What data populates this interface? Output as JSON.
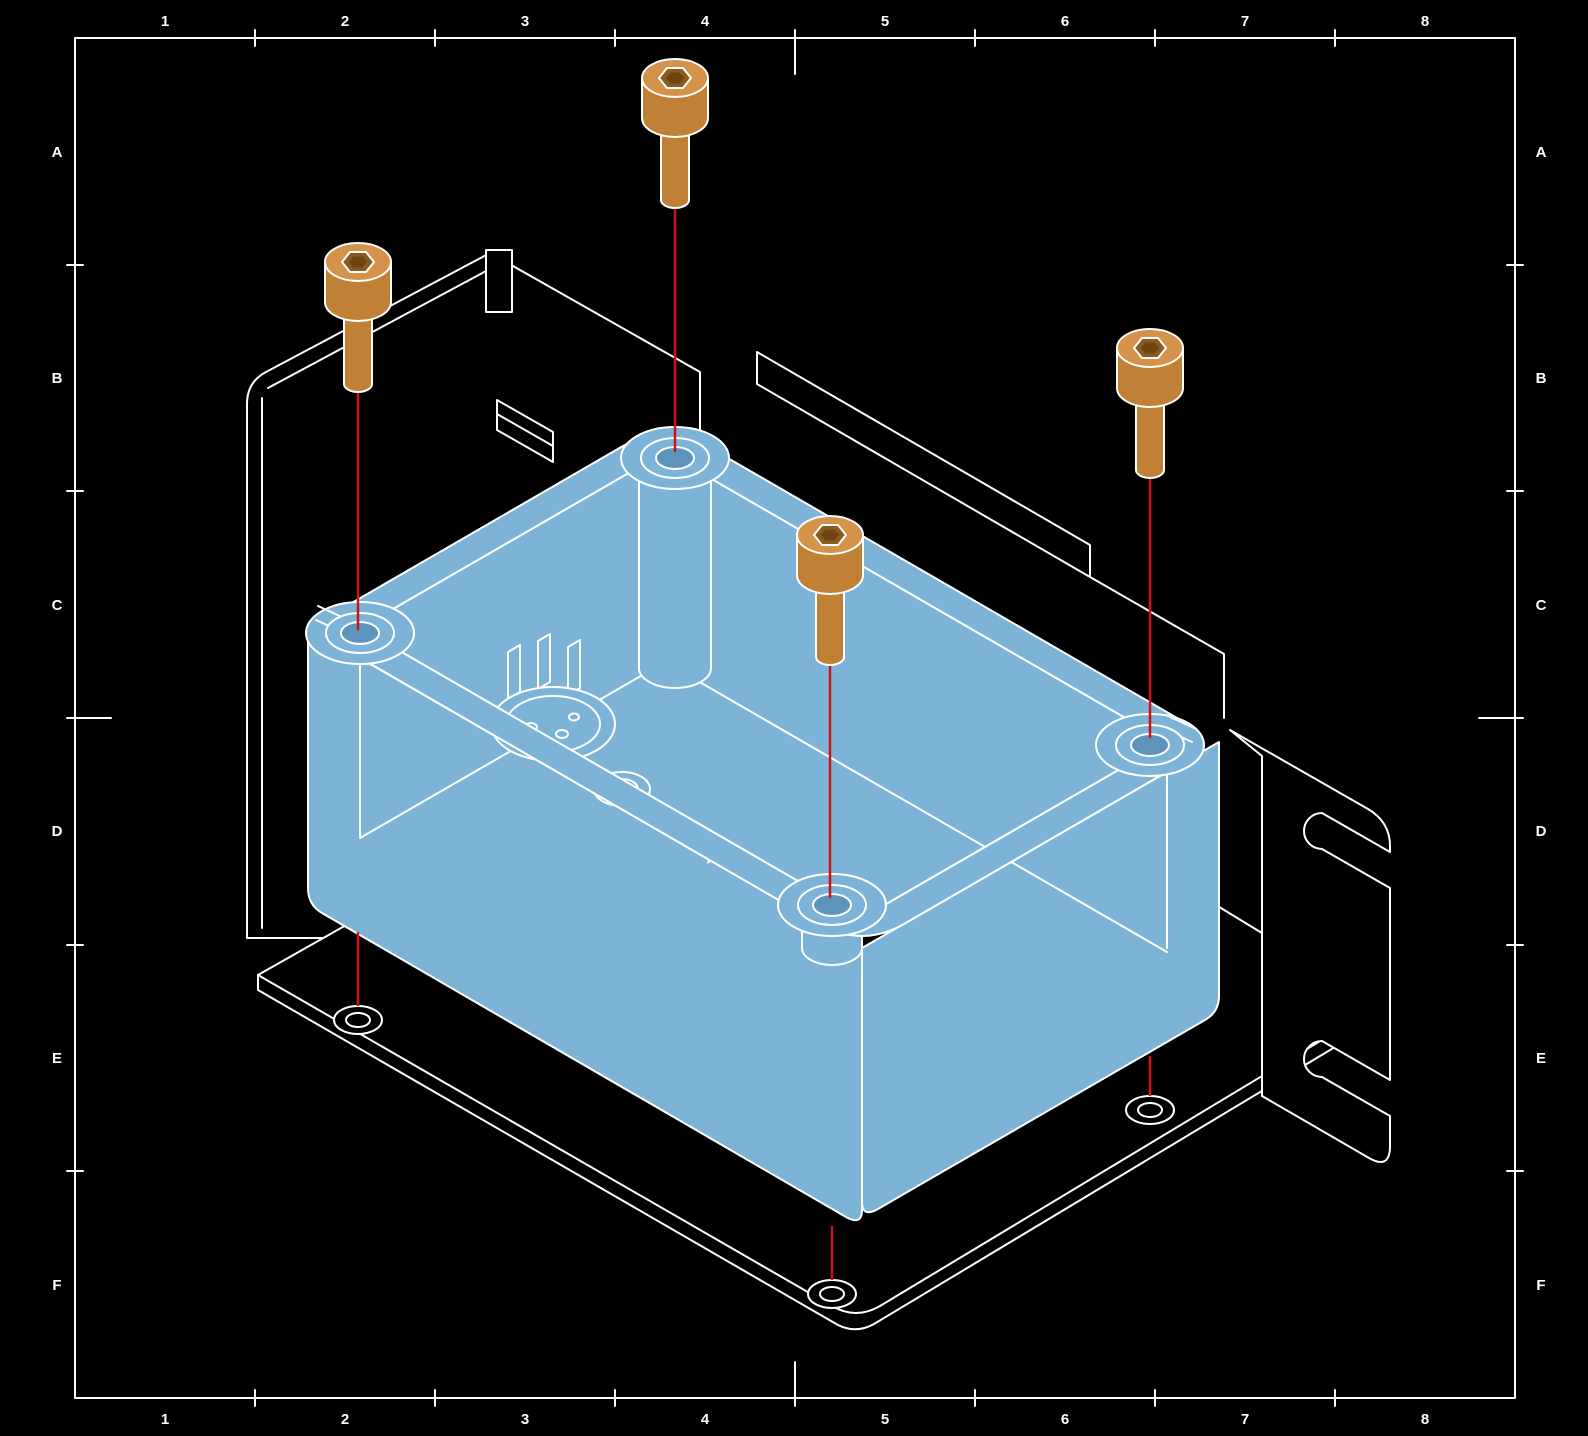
{
  "frame": {
    "columns": [
      "1",
      "2",
      "3",
      "4",
      "5",
      "6",
      "7",
      "8"
    ],
    "rows": [
      "A",
      "B",
      "C",
      "D",
      "E",
      "F"
    ]
  },
  "drawing": {
    "type": "exploded-assembly-isometric",
    "floor_mark": "X",
    "colors": {
      "background": "#000000",
      "line": "#FFFFFF",
      "enclosure": "#7EB3D8",
      "enclosure_hole": "#5E94BC",
      "screw_body": "#C08036",
      "screw_top": "#D4924A",
      "screw_socket": "#8A5A1F",
      "centerline": "#CC1414"
    },
    "parts": [
      {
        "name": "enclosure-box",
        "color": "#7EB3D8",
        "quantity": 1
      },
      {
        "name": "mounting-bracket",
        "color": "#FFFFFF",
        "quantity": 1
      },
      {
        "name": "socket-head-screw",
        "color": "#C08036",
        "quantity": 4
      }
    ]
  }
}
